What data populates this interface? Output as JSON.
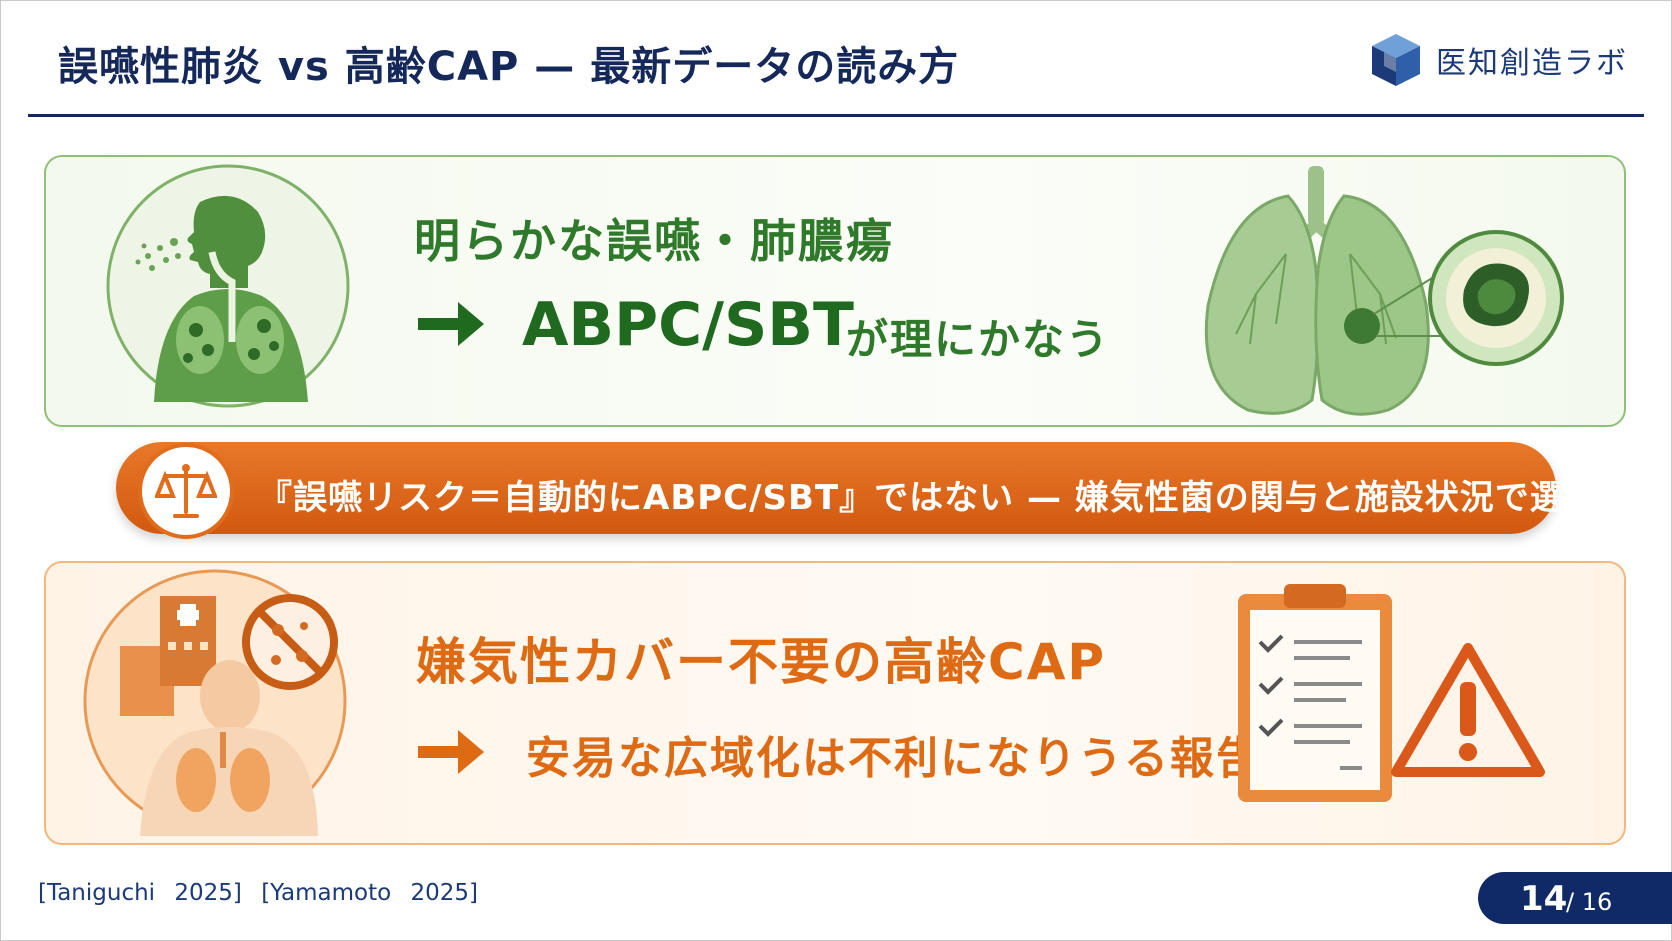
{
  "header": {
    "title": "誤嚥性肺炎 vs 高齢CAP — 最新データの読み方",
    "logo_text": "医知創造ラボ"
  },
  "green_panel": {
    "line1": "明らかな誤嚥・肺膿瘍",
    "line2_main": "ABPC/SBT",
    "line2_suffix": "が理にかなう",
    "accent": "#2f7a2a"
  },
  "banner": {
    "text": "『誤嚥リスク＝自動的にABPC/SBT』ではない — 嫌気性菌の関与と施設状況で選ぶ",
    "accent": "#e06c1c"
  },
  "orange_panel": {
    "line1": "嫌気性カバー不要の高齢CAP",
    "line2": "安易な広域化は不利になりうる報告",
    "accent": "#de6a14"
  },
  "footer": {
    "refs": "[Taniguchi 2025]   [Yamamoto 2025]",
    "page_current": "14",
    "page_total": "/ 16"
  },
  "icons": [
    "cube-logo-icon",
    "aspiration-person-icon",
    "lungs-abscess-icon",
    "scales-icon",
    "elderly-hospital-icon",
    "clipboard-checklist-icon",
    "warning-icon",
    "arrow-right-icon"
  ]
}
